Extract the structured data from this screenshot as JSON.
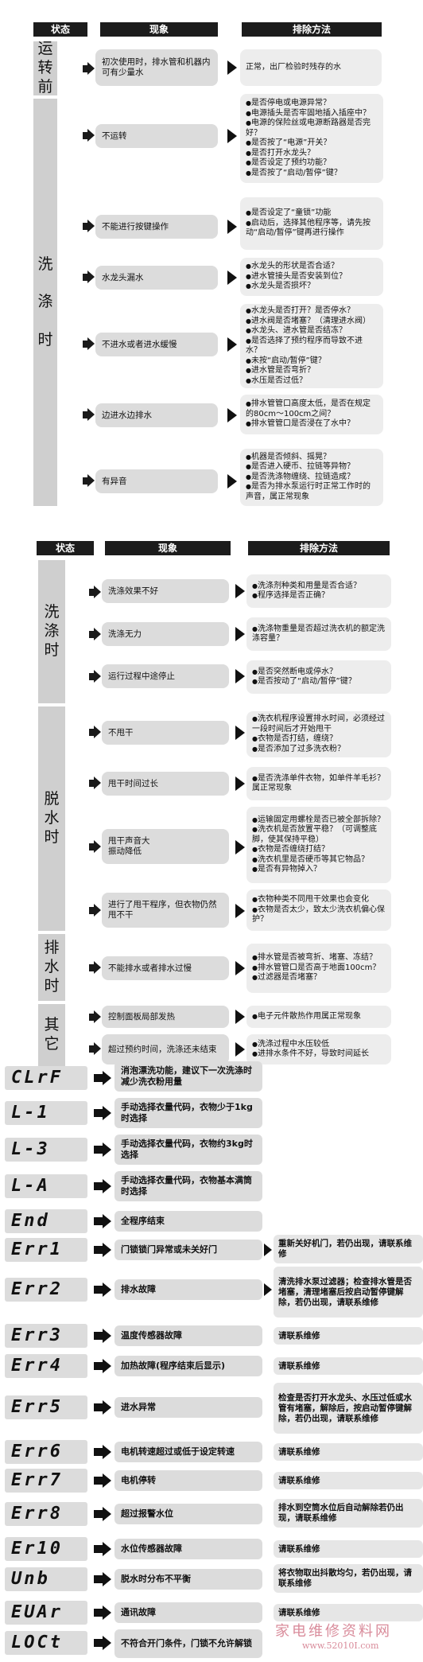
{
  "table1": {
    "headers": [
      "状态",
      "现象",
      "排除方法"
    ],
    "groups": [
      {
        "label": "运\n转\n前"
      },
      {
        "label": "洗\n\n涤\n\n时"
      }
    ],
    "rows": [
      {
        "problem": "初次使用时，排水管和机器内可有少量水",
        "solution": [
          "正常，出厂检验时残存的水"
        ]
      },
      {
        "problem": "不运转",
        "solution": [
          "是否停电或电源异常？",
          "电源插头是否牢固地插入插座中？",
          "电源的保险丝或电源断路器是否完好？",
          "是否按了“电源”开关？",
          "是否打开水龙头？",
          "是否设定了预约功能？",
          "是否按了“启动/暂停”键？"
        ]
      },
      {
        "problem": "不能进行按键操作",
        "solution": [
          "是否设定了“童锁”功能",
          "启动后，选择其他程序等，请先按动“启动/暂停”键再进行操作"
        ]
      },
      {
        "problem": "水龙头漏水",
        "solution": [
          "水龙头的形状是否合适？",
          "进水管接头是否安装到位？",
          "水龙头是否损坏？"
        ]
      },
      {
        "problem": "不进水或者进水缓慢",
        "solution": [
          "水龙头是否打开？是否停水？",
          "进水阀是否堵塞？（清理进水阀）",
          "水龙头、进水管是否结冻？",
          "是否选择了预约程序而导致不进水？",
          "未按“启动/暂停”键？",
          "进水管是否弯折？",
          "水压是否过低？"
        ]
      },
      {
        "problem": "边进水边排水",
        "solution": [
          "排水管管口高度太低，是否在规定的80cm～100cm之间？",
          "排水管管口是否浸在了水中？"
        ]
      },
      {
        "problem": "有异音",
        "solution": [
          "机器是否倾斜、摇晃？",
          "是否进入硬币、拉链等异物？",
          "是否洗涤物缠绕、拉链造成？",
          "是否为排水泵运行时正常工作时的声音，属正常现象"
        ]
      }
    ]
  },
  "table2": {
    "headers": [
      "状态",
      "现象",
      "排除方法"
    ],
    "groups": [
      {
        "label": "洗\n涤\n时"
      },
      {
        "label": "脱\n水\n时"
      },
      {
        "label": "排\n水\n时"
      },
      {
        "label": "其\n它"
      }
    ],
    "rows": [
      {
        "problem": "洗涤效果不好",
        "solution": [
          "洗涤剂种类和用量是否合适？",
          "程序选择是否正确？"
        ]
      },
      {
        "problem": "洗涤无力",
        "solution": [
          "洗涤物重量是否超过洗衣机的额定洗涤容量？"
        ]
      },
      {
        "problem": "运行过程中途停止",
        "solution": [
          "是否突然断电或停水？",
          "是否按动了“启动/暂停”键？"
        ]
      },
      {
        "problem": "不甩干",
        "solution": [
          "洗衣机程序设置排水时间，必须经过一段时间后才开始甩干",
          "衣物是否打结，缠绕？",
          "是否添加了过多洗衣粉？"
        ]
      },
      {
        "problem": "甩干时间过长",
        "solution": [
          "是否洗涤单件衣物，如单件羊毛衫？属正常现象"
        ]
      },
      {
        "problem": "甩干声音大\n振动降低",
        "solution": [
          "运输固定用螺栓是否已被全部拆除？",
          "洗衣机是否放置平稳？（可调整底脚，使其保持平稳）",
          "衣物是否缠绕打结？",
          "洗衣机里是否硬币等其它物品？",
          "是否有异物掉入？"
        ]
      },
      {
        "problem": "进行了甩干程序，但衣物仍然甩不干",
        "solution": [
          "衣物种类不同甩干效果也会变化",
          "衣物是否太少，致太少洗衣机偏心保护？"
        ]
      },
      {
        "problem": "不能排水或者排水过慢",
        "solution": [
          "排水管是否被弯折、堵塞、冻结？",
          "排水管管口是否高于地面100cm？",
          "过滤器是否堵塞？"
        ]
      },
      {
        "problem": "控制面板局部发热",
        "solution": [
          "电子元件散热作用属正常现象"
        ]
      },
      {
        "problem": "超过预约时间，洗涤还未结束",
        "solution": [
          "洗涤过程中水压较低",
          "进排水条件不好，导致时间延长"
        ]
      }
    ]
  },
  "codes": [
    {
      "code": "CLrF",
      "desc": "消泡漂洗功能，建议下一次洗涤时减少洗衣粉用量",
      "action": ""
    },
    {
      "code": "L-1",
      "desc": "手动选择衣量代码，衣物少于1kg时选择",
      "action": ""
    },
    {
      "code": "L-3",
      "desc": "手动选择衣量代码，衣物约3kg时选择",
      "action": ""
    },
    {
      "code": "L-A",
      "desc": "手动选择衣量代码，衣物基本满筒时选择",
      "action": ""
    },
    {
      "code": "End",
      "desc": "全程序结束",
      "action": ""
    },
    {
      "code": "Err1",
      "desc": "门锁锁门异常或未关好门",
      "action": "重新关好机门，若仍出现，请联系维修"
    },
    {
      "code": "Err2",
      "desc": "排水故障",
      "action": "清洗排水泵过滤器；检查排水管是否堵塞，清理堵塞后按启动暂停键解除，若仍出现，请联系维修"
    },
    {
      "code": "Err3",
      "desc": "温度传感器故障",
      "action": "请联系维修"
    },
    {
      "code": "Err4",
      "desc": "加热故障(程序结束后显示)",
      "action": "请联系维修"
    },
    {
      "code": "Err5",
      "desc": "进水异常",
      "action": "检查是否打开水龙头、水压过低或水管有堵塞，解除后，按启动暂停键解除，若仍出现，请联系维修"
    },
    {
      "code": "Err6",
      "desc": "电机转速超过或低于设定转速",
      "action": "请联系维修"
    },
    {
      "code": "Err7",
      "desc": "电机停转",
      "action": "请联系维修"
    },
    {
      "code": "Err8",
      "desc": "超过报警水位",
      "action": "排水到空筒水位后自动解除若仍出现，请联系维修"
    },
    {
      "code": "Er10",
      "desc": "水位传感器故障",
      "action": "请联系维修"
    },
    {
      "code": "Unb",
      "desc": "脱水时分布不平衡",
      "action": "将衣物取出抖散均匀，若仍出现，请联系维修"
    },
    {
      "code": "EUAr",
      "desc": "通讯故障",
      "action": "请联系维修"
    },
    {
      "code": "LOCt",
      "desc": "不符合开门条件，门锁不允许解锁",
      "action": ""
    }
  ],
  "watermark": {
    "text": "家电维修资料网",
    "url": "www.52010I.com"
  }
}
